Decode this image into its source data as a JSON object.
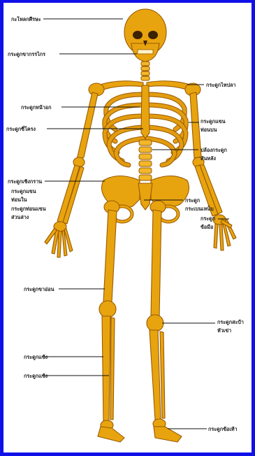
{
  "labels": {
    "skull": "กะโหลกศีรษะ",
    "mandible": "กระดูกขากรรไกร",
    "clavicle": "กระดูกไหปลา",
    "sternum": "กระดูกหน้าอก",
    "ribs": "กระดูกซี่โครง",
    "humerus_1": "กระดูกแขน",
    "humerus_2": "ท่อนบน",
    "spine_1": "ปล้องกระดูก",
    "spine_2": "สันหลัง",
    "pelvis": "กระดูกเชิงกราน",
    "ulna_1": "กระดูกแขน",
    "ulna_2": "ท่อนใน",
    "radius_1": "กระดูกท่อนแขน",
    "radius_2": "ส่วนล่าง",
    "coccyx_1": "กระดูก",
    "coccyx_2": "กระเบนเหน็บ",
    "wrist_1": "กระดูก",
    "wrist_2": "ข้อมือ",
    "femur": "กระดูกขาอ่อน",
    "patella_1": "กระดูกสะบ้า",
    "patella_2": "หัวเข่า",
    "tibia": "กระดูกแข้ง",
    "fibula": "กระดูกแข้ง",
    "ankle": "กระดูกข้อเท้า"
  },
  "colors": {
    "frame": "#1010e8",
    "background": "#ffffff",
    "bone": "#e8a40f",
    "bone_outline": "#9a5a00",
    "label_text": "#1a1a1a"
  }
}
